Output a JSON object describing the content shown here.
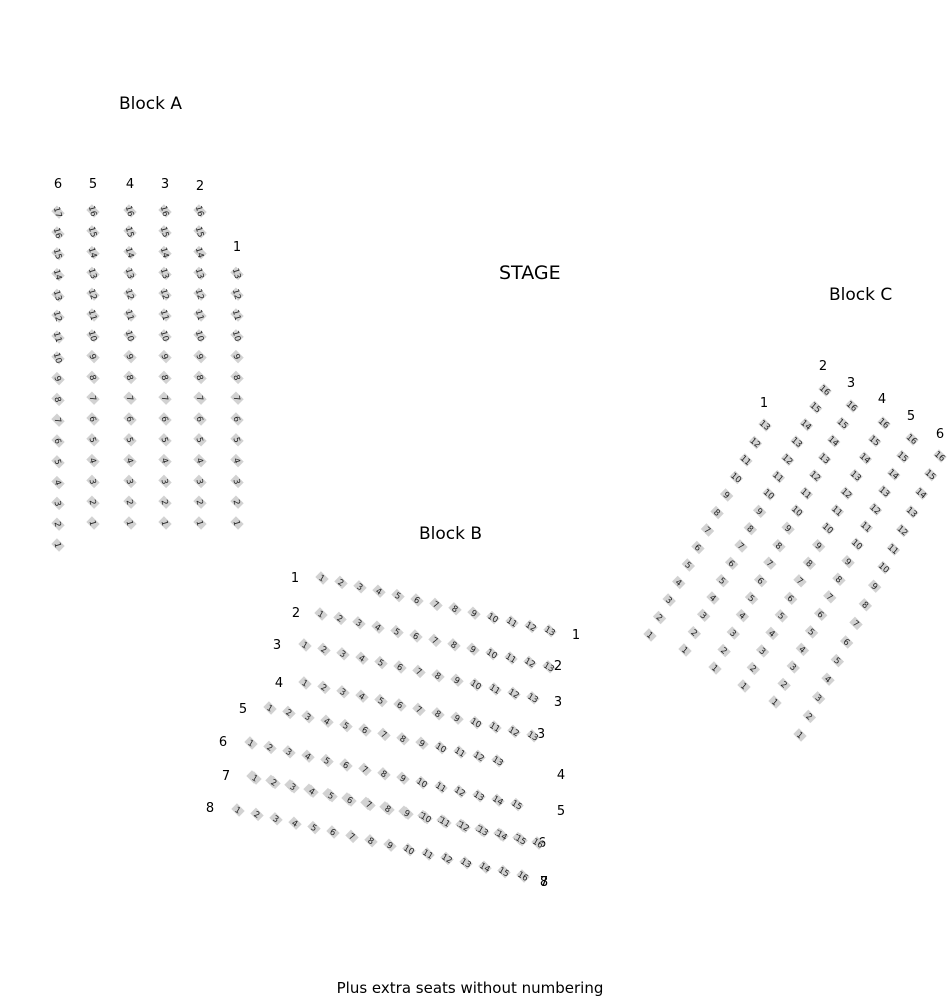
{
  "stage": "STAGE",
  "footer": "Plus extra seats without numbering",
  "colors": {
    "seat": "#d2d2d2",
    "text": "#000000"
  },
  "blocks": [
    {
      "id": "a",
      "title": "Block A",
      "rows": [
        {
          "label": "6",
          "seats": 17
        },
        {
          "label": "5",
          "seats": 16
        },
        {
          "label": "4",
          "seats": 16
        },
        {
          "label": "3",
          "seats": 16
        },
        {
          "label": "2",
          "seats": 16
        },
        {
          "label": "1",
          "seats": 13
        }
      ]
    },
    {
      "id": "b",
      "title": "Block B",
      "rows": [
        {
          "label": "1",
          "right_label": "1",
          "seats": 13
        },
        {
          "label": "2",
          "right_label": "2",
          "seats": 13
        },
        {
          "label": "3",
          "right_label": "3",
          "seats": 13
        },
        {
          "label": "4",
          "right_label": "3",
          "seats": 13
        },
        {
          "label": "5",
          "right_label": "4",
          "seats": 13
        },
        {
          "label": "6",
          "right_label": "5",
          "seats": 15
        },
        {
          "label": "7",
          "right_label": "6",
          "seats": 16
        },
        {
          "label": "8",
          "right_label": "7",
          "seats": 15
        },
        {
          "label": "8",
          "right_label": "8",
          "seats": 16
        }
      ]
    },
    {
      "id": "c",
      "title": "Block C",
      "rows": [
        {
          "label": "1",
          "seats": 13
        },
        {
          "label": "2",
          "seats": 16
        },
        {
          "label": "3",
          "seats": 16
        },
        {
          "label": "4",
          "seats": 16
        },
        {
          "label": "5",
          "seats": 16
        },
        {
          "label": "6",
          "seats": 16
        }
      ]
    }
  ]
}
